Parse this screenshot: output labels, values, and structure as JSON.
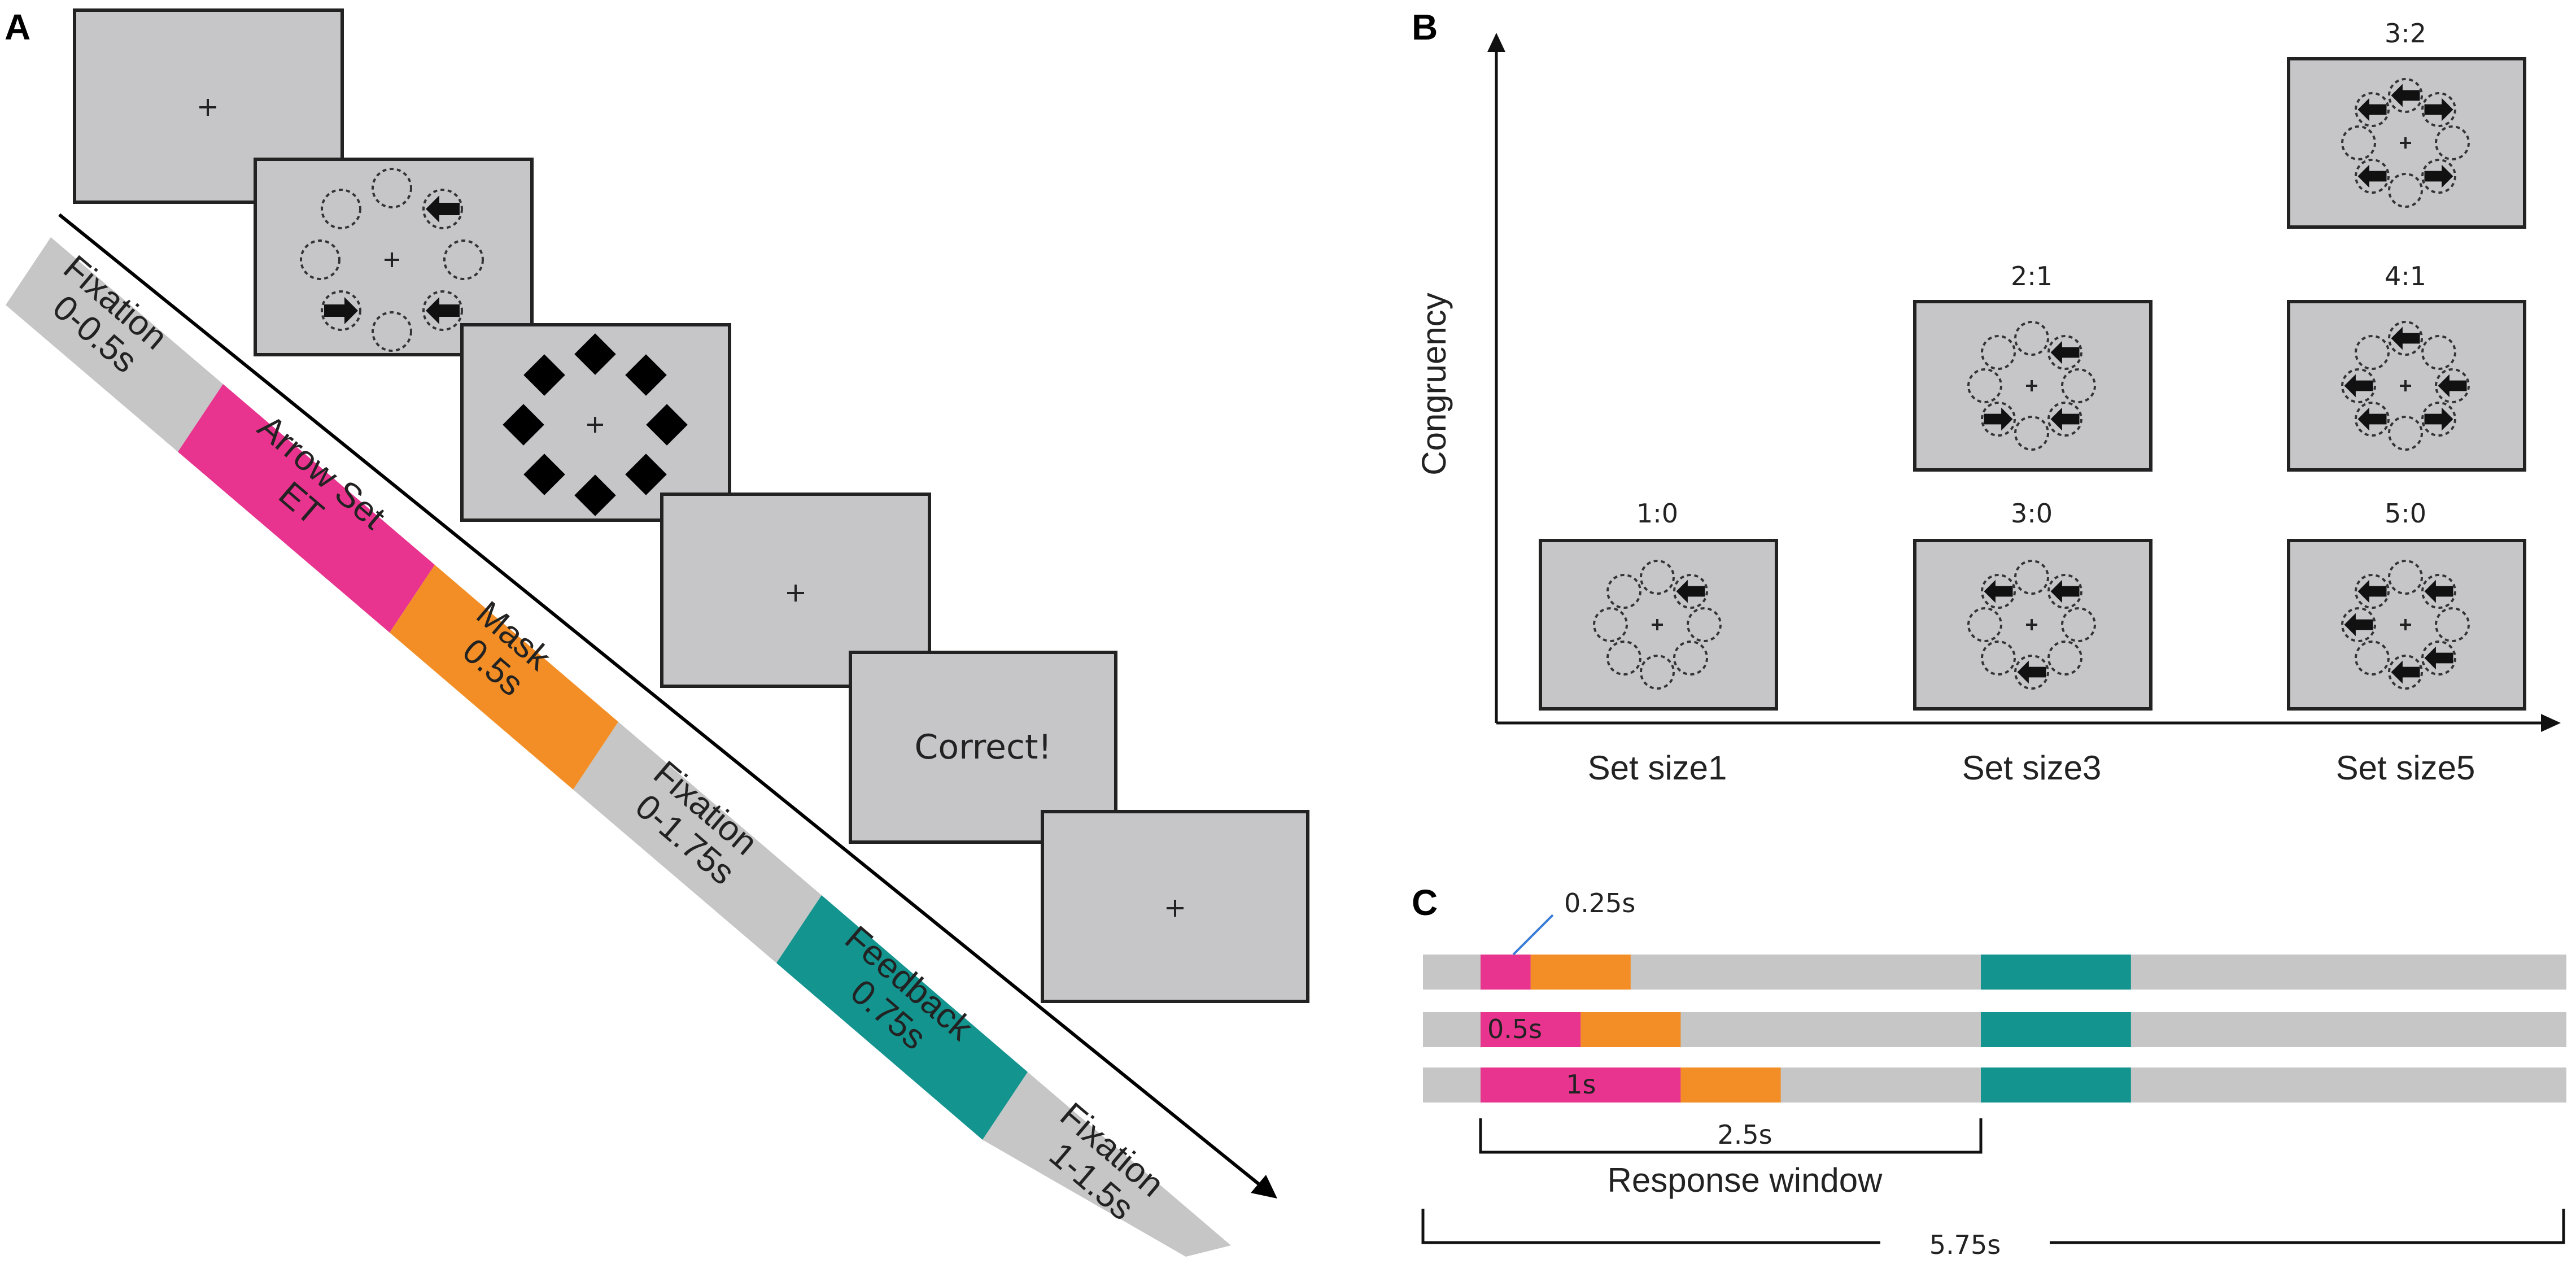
{
  "panels": {
    "a": "A",
    "b": "B",
    "c": "C"
  },
  "panel_a": {
    "bands": [
      {
        "line1": "Fixation",
        "line2": "0-0.5s",
        "color": "#c6c6c6"
      },
      {
        "line1": "Arrow Set",
        "line2": "ET",
        "color": "#e8348f"
      },
      {
        "line1": "Mask",
        "line2": "0.5s",
        "color": "#f28e25"
      },
      {
        "line1": "Fixation",
        "line2": "0-1.75s",
        "color": "#c6c6c6"
      },
      {
        "line1": "Feedback",
        "line2": "0.75s",
        "color": "#14948f"
      },
      {
        "line1": "Fixation",
        "line2": "1-1.5s",
        "color": "#c6c6c6"
      }
    ],
    "feedback_text": "Correct!"
  },
  "panel_b": {
    "y_label": "Congruency",
    "x_labels": [
      "Set size1",
      "Set size3",
      "Set size5"
    ],
    "ratios": [
      "1:0",
      "3:0",
      "2:1",
      "5:0",
      "4:1",
      "3:2"
    ]
  },
  "panel_c": {
    "bars": [
      {
        "arrow_label": "",
        "arrow_s": 0.25
      },
      {
        "arrow_label": "0.5s",
        "arrow_s": 0.5
      },
      {
        "arrow_label": "1s",
        "arrow_s": 1.0
      }
    ],
    "callout": "0.25s",
    "mask_s": 0.5,
    "response_window_s": 2.5,
    "total_s": 5.75,
    "feedback_s": 0.75,
    "duration_label": "2.5s",
    "response_label": "Response window",
    "total_label": "5.75s",
    "colors": {
      "arrow": "#e8348f",
      "mask": "#f28e25",
      "feedback": "#14948f",
      "track": "#c6c6c6"
    }
  }
}
